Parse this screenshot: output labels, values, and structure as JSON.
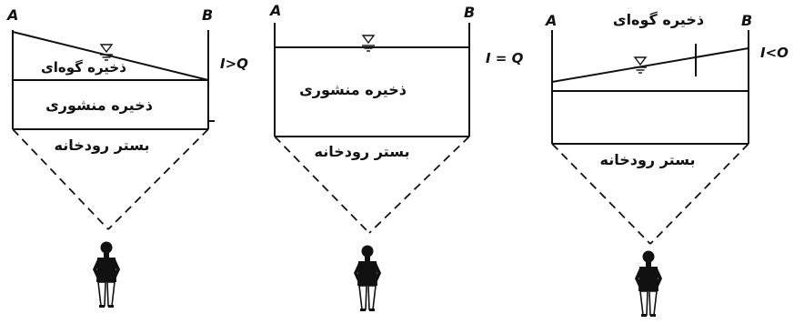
{
  "panels": [
    {
      "point_a": "A",
      "point_b": "B",
      "relation": "I>Q",
      "wedge_label": "ذخیره گوه‌ای",
      "prism_label": "ذخیره منشوری",
      "bed_label": "بستر رودخانه"
    },
    {
      "point_a": "A",
      "point_b": "B",
      "relation": "I = Q",
      "prism_label": "ذخیره منشوری",
      "bed_label": "بستر رودخانه"
    },
    {
      "point_a": "A",
      "point_b": "B",
      "relation": "I<O",
      "wedge_label": "ذخیره گوه‌ای",
      "bed_label": "بستر رودخانه"
    }
  ],
  "icons": {
    "water_level": "water-surface-symbol-icon",
    "observer": "standing-person-icon"
  }
}
